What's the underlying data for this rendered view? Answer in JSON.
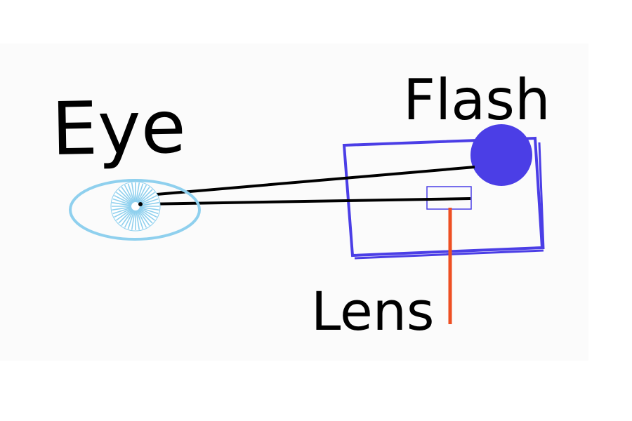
{
  "labels": {
    "eye": "Eye",
    "flash": "Flash",
    "lens": "Lens"
  },
  "colors": {
    "eye_outline": "#8fd0ee",
    "iris": "#8fd0ee",
    "camera_body": "#4b3ee6",
    "flash": "#4b3ee6",
    "lens_pointer": "#ee4f22",
    "ray": "#000000",
    "text": "#000000",
    "background_panel": "#fbfbfb"
  },
  "icons": {
    "eye": "eye-icon",
    "camera": "camera-icon",
    "flash": "flash-icon",
    "lens": "lens-icon"
  }
}
